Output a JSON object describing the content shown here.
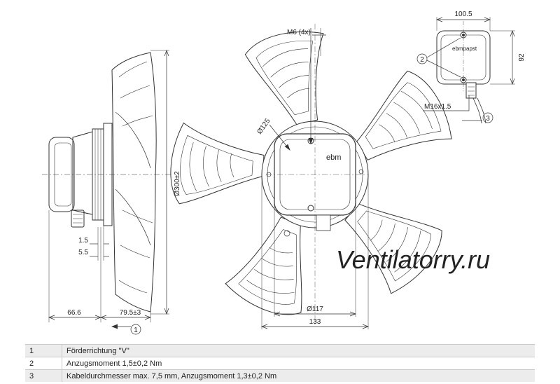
{
  "dimensions": {
    "front_screw": "M6 (4x)",
    "blade_dia": "Ø125",
    "fan_dia": "Ø300±2",
    "flange_dia": "Ø117",
    "flange_width": "133",
    "side_depth_a": "66.6",
    "side_depth_b": "79.5±3",
    "gap_a": "1.5",
    "gap_b": "5.5",
    "box_width": "100.5",
    "box_height": "92",
    "cable_gland": "M16x1.5"
  },
  "box_brand": "ebmpapst",
  "hub_brand": "ebm",
  "callouts": {
    "c1": "1",
    "c2": "2",
    "c3": "3"
  },
  "watermark": "Ventilatorry.ru",
  "legend": [
    {
      "num": "1",
      "text": "Förderrichtung \"V\""
    },
    {
      "num": "2",
      "text": "Anzugsmoment 1,5±0,2 Nm"
    },
    {
      "num": "3",
      "text": "Kabeldurchmesser max. 7,5 mm, Anzugsmoment 1,3±0,2 Nm"
    }
  ],
  "colors": {
    "line": "#333333",
    "legend_row": "#ececec"
  }
}
